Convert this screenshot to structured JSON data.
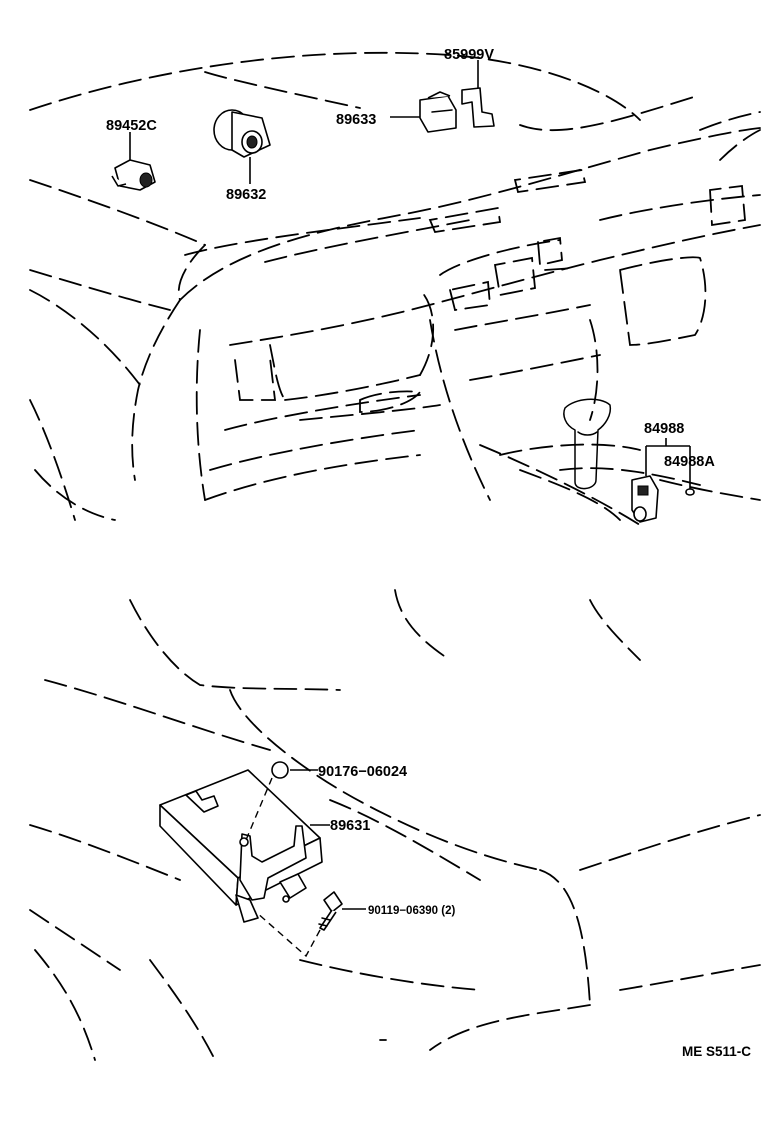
{
  "diagram": {
    "parts": {
      "p85999v": "85999V",
      "p89633": "89633",
      "p89452c": "89452C",
      "p89632": "89632",
      "p84988": "84988",
      "p84988a": "84988A",
      "p90176": "90176−06024",
      "p89631": "89631",
      "p90119": "90119−06390 (2)"
    },
    "reference_code": "ME S511-C"
  }
}
